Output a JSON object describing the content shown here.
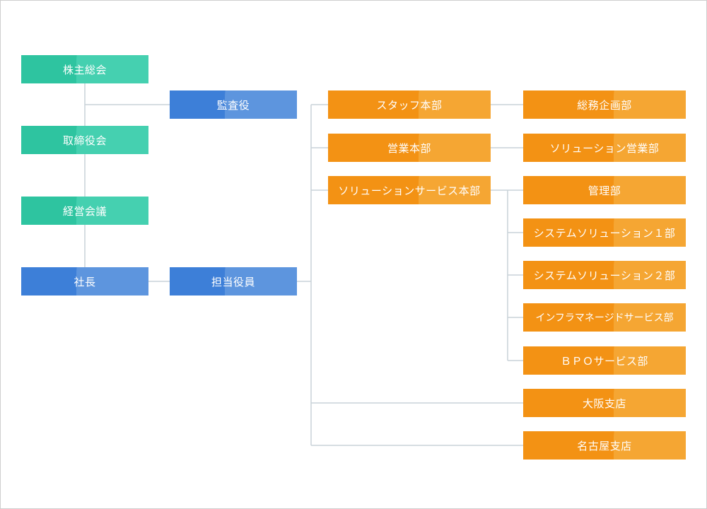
{
  "colors": {
    "green": "#2ec4a0",
    "blue": "#3d7fd8",
    "orange": "#f39214",
    "connector": "#c9d2d8"
  },
  "nodes": {
    "shareholders_meeting": "株主総会",
    "auditor": "監査役",
    "board_of_directors": "取締役会",
    "management_meeting": "経営会議",
    "president": "社長",
    "executive_officer": "担当役員",
    "staff_division": "スタッフ本部",
    "sales_division": "営業本部",
    "solution_service_division": "ソリューションサービス本部",
    "general_affairs_planning": "総務企画部",
    "solution_sales": "ソリューション営業部",
    "management_dept": "管理部",
    "system_solution_1": "システムソリューション１部",
    "system_solution_2": "システムソリューション２部",
    "infra_managed_service": "インフラマネージドサービス部",
    "bpo_service": "ＢＰＯサービス部",
    "osaka_branch": "大阪支店",
    "nagoya_branch": "名古屋支店"
  }
}
